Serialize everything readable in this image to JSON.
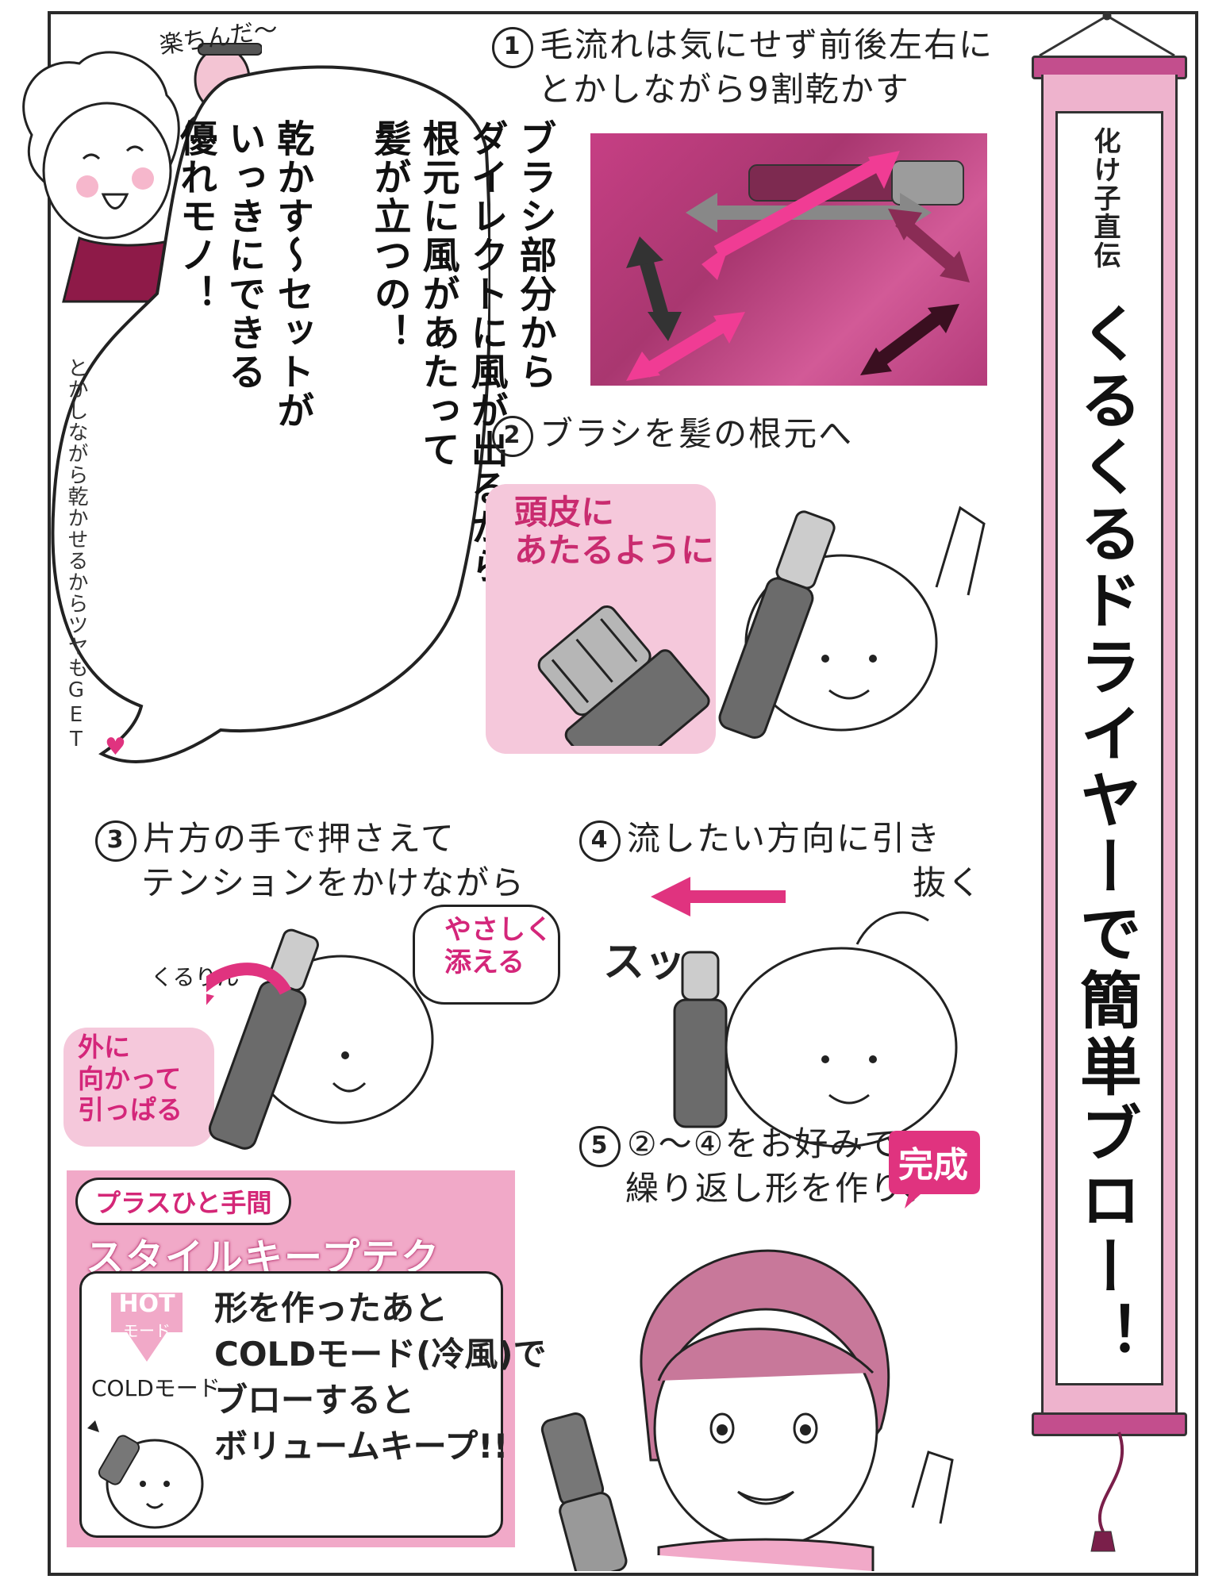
{
  "scroll": {
    "subtitle": "化け子直伝",
    "title": "くるくるドライヤーで簡単ブロー！"
  },
  "intro": {
    "exclaim": "楽ちんだ〜",
    "bubble_lines": [
      "ブラシ部分から",
      "ダイレクトに風が出るから",
      "根元に風があたって",
      "髪が立つの！",
      "",
      "乾かす〜セットが",
      "いっきにできる",
      "優れモノ！"
    ],
    "side_note": "とかしながら乾かせるからツヤもGET"
  },
  "steps": {
    "step1": {
      "num": "1",
      "line1": "毛流れは気にせず前後左右に",
      "line2": "とかしながら9割乾かす"
    },
    "step2": {
      "num": "2",
      "label": "ブラシを髪の根元へ",
      "callout_line1": "頭皮に",
      "callout_line2": "あたるように"
    },
    "step3": {
      "num": "3",
      "line1": "片方の手で押さえて",
      "line2": "テンションをかけながら",
      "sound": "くるりん",
      "bubble_line1": "やさしく",
      "bubble_line2": "添える",
      "callout_line1": "外に",
      "callout_line2": "向かって",
      "callout_line3": "引っぱる"
    },
    "step4": {
      "num": "4",
      "line1": "流したい方向に引き",
      "line2": "抜く",
      "sound": "スッ"
    },
    "step5": {
      "num": "5",
      "nums": "②〜④",
      "line1": "をお好みで",
      "line2": "繰り返し形を作り、",
      "badge": "完成"
    }
  },
  "tip": {
    "pill": "プラスひと手間",
    "heading": "スタイルキープテク",
    "hot_label": "HOT",
    "hot_sub": "モード",
    "cold_label": "COLDモード",
    "body_lines": [
      "形を作ったあと",
      "COLDモード(冷風)で",
      "ブローすると",
      "ボリュームキープ!!"
    ]
  },
  "colors": {
    "accent_pink": "#d4267a",
    "light_pink": "#f5c8db",
    "scroll_pink": "#c34e8d",
    "photo_magenta": "#b43b7a"
  }
}
